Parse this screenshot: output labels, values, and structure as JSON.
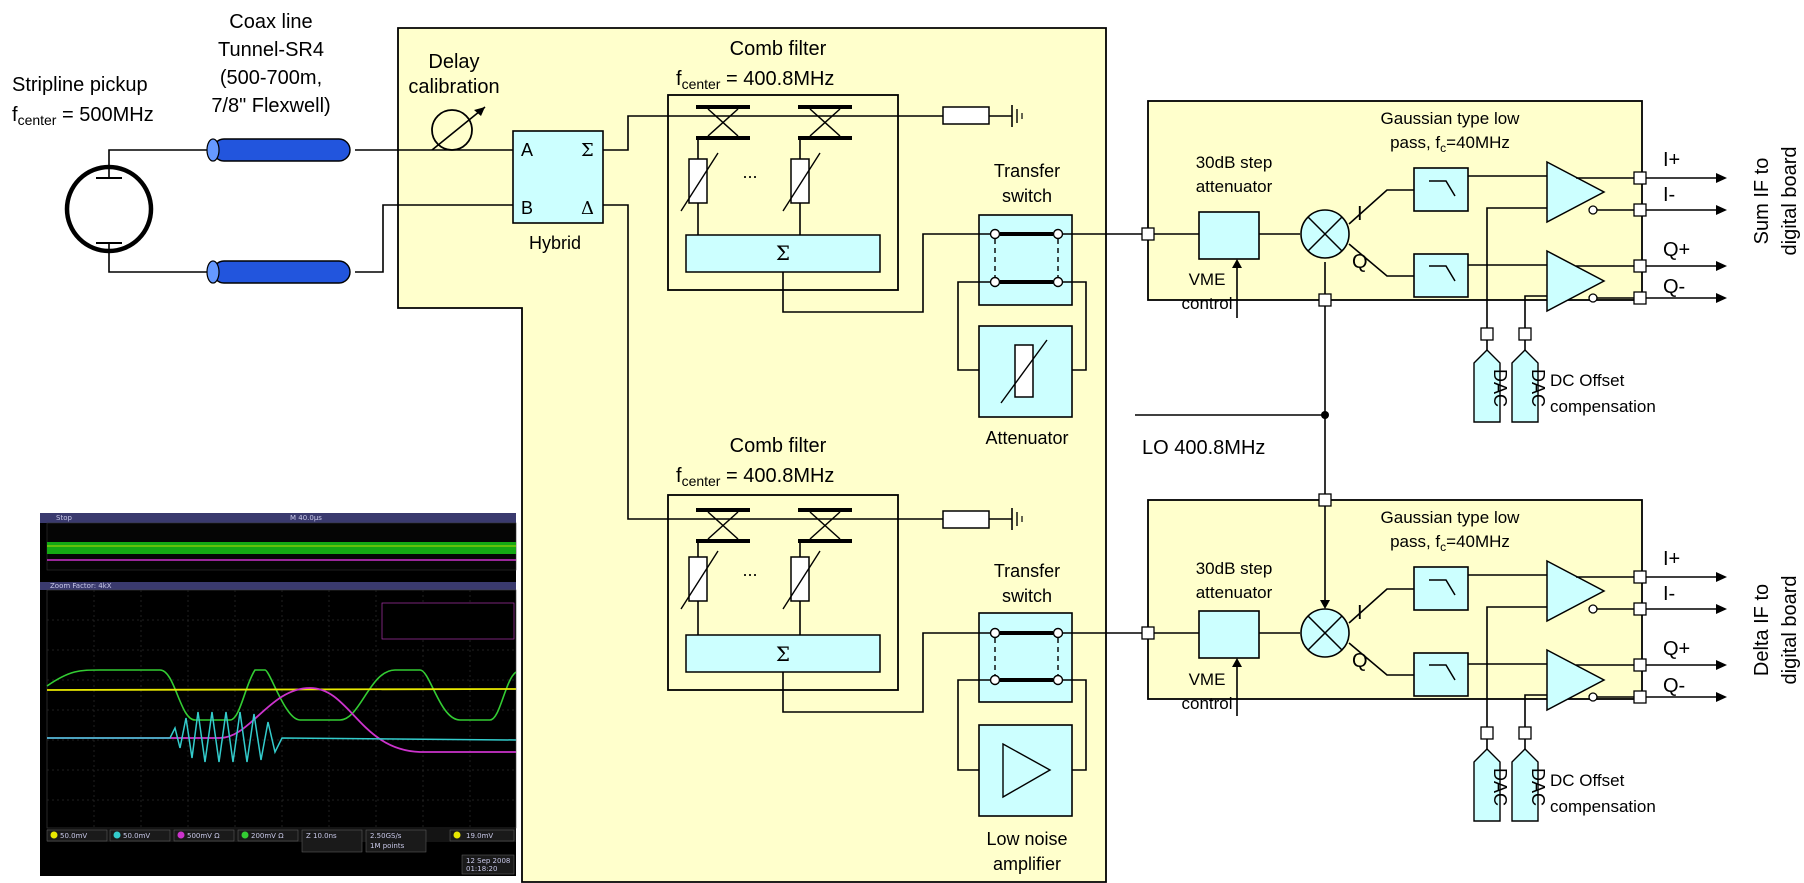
{
  "pickup": {
    "line1": "Stripline pickup",
    "line2_prefix": "f",
    "line2_sub": "center",
    "line2_suffix": " = 500MHz"
  },
  "coax": {
    "line1": "Coax line",
    "line2": "Tunnel-SR4",
    "line3": "(500-700m,",
    "line4": "7/8\" Flexwell)"
  },
  "delay": {
    "line1": "Delay",
    "line2": "calibration"
  },
  "hybrid": {
    "label": "Hybrid",
    "port_a": "A",
    "port_b": "B",
    "port_sum": "Σ",
    "port_delta": "Δ"
  },
  "comb": {
    "title": "Comb filter",
    "f_prefix": "f",
    "f_sub": "center",
    "f_suffix": " = 400.8MHz",
    "dots": "...",
    "sum": "Σ"
  },
  "switch": {
    "line1": "Transfer",
    "line2": "switch"
  },
  "attenuator_label": "Attenuator",
  "lna": {
    "line1": "Low noise",
    "line2": "amplifier"
  },
  "lo_label": "LO 400.8MHz",
  "demod": {
    "step_line1": "30dB step",
    "step_line2": "attenuator",
    "vme_line1": "VME",
    "vme_line2": "control",
    "gauss_line1": "Gaussian type low",
    "gauss_line2_prefix": "pass, f",
    "gauss_line2_sub": "c",
    "gauss_line2_suffix": "=40MHz",
    "i": "I",
    "q": "Q",
    "dac": "DAC",
    "dc_line1": "DC Offset",
    "dc_line2": "compensation",
    "out_iplus": "I+",
    "out_iminus": "I-",
    "out_qplus": "Q+",
    "out_qminus": "Q-"
  },
  "sum_out": {
    "line1": "Sum IF to",
    "line2": "digital board"
  },
  "delta_out": {
    "line1": "Delta IF to",
    "line2": "digital board"
  },
  "scope": {
    "status": "Stop",
    "timebase": "M 40.0µs",
    "zoom": "Zoom Factor: 4kX",
    "ch1": "50.0mV",
    "ch2": "50.0mV",
    "ch3": "500mV Ω",
    "ch4": "200mV Ω",
    "horiz": "Z 10.0ns",
    "rate": "2.50GS/s",
    "points": "1M points",
    "trig": "19.0mV",
    "date": "12 Sep 2008",
    "time": "01:18:20",
    "colors": {
      "ch1": "#e8e800",
      "ch2": "#33cccc",
      "ch3": "#cc33cc",
      "ch4": "#33cc33"
    }
  }
}
